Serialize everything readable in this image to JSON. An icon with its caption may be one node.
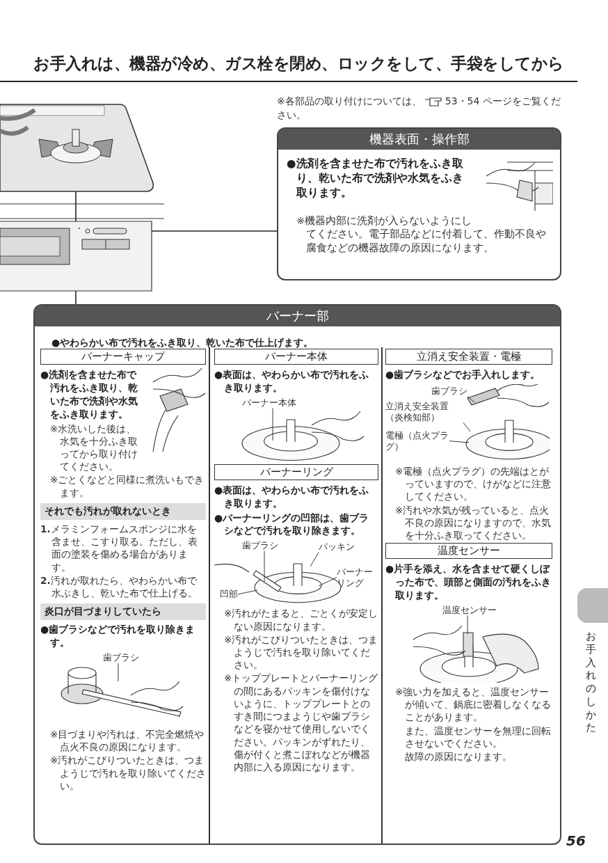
{
  "diagram": {
    "title": "お手入れは、機器が冷め、ガス栓を閉め、ロックをして、手袋をしてから",
    "nodes": [
      {
        "text": [],
        "shape": "picture"
      },
      {
        "text": [],
        "shape": "picture"
      },
      {
        "text": [
          "機器表面・操作部",
          "●洗剤を含ませた布で汚れをふき取り、乾いた布で洗剤や水気をふき取ります。",
          "※機器内部に洗剤が入らないようにしてください。電子部品などに付着して、作動不良や腐食などの機器故障の原因になります。"
        ]
      },
      {
        "text": [
          "バーナー部",
          "●やわらかい布で汚れをふき取り、乾いた布で仕上げます。"
        ]
      },
      {
        "text": [
          "バーナーキャップ",
          "●洗剤を含ませた布で汚れをふき取り、乾いた布で洗剤や水気をふき取ります。",
          "※水洗いした後は、水気を十分ふき取ってから取り付けてください。",
          "※ごとくなどと同様に煮洗いもできます。"
        ],
        "in": 3
      },
      {
        "text": [
          "それでも汚れが取れないとき",
          "**1.**メラミンフォームスポンジに水を含ませ、こすり取る。ただし、表面の塗装を傷める場合があります。",
          "**2.**汚れが取れたら、やわらかい布で水ぶきし、乾いた布で仕上げる。"
        ],
        "in": 3
      },
      {
        "text": [
          "炎口が目づまりしていたら",
          "●歯ブラシなどで汚れを取り除きます。",
          "※目づまりや汚れは、不完全燃焼や点火不良の原因になります。",
          "※汚れがこびりついたときは、つまようじで汚れを取り除いてください。"
        ],
        "in": 3
      },
      {
        "text": [
          "バーナー本体",
          "●表面は、やわらかい布で汚れをふき取ります。"
        ],
        "in": 3
      },
      {
        "text": [
          "バーナーリング",
          "●表面は、やわらかい布で汚れをふき取ります。",
          "●バーナーリングの凹部は、歯ブラシなどで汚れを取り除きます。",
          "※汚れがたまると、ごとくが安定しない原因になります。",
          "※汚れがこびりついたときは、つまようじで汚れを取り除いてください。",
          "※トッププレートとバーナーリングの間にあるパッキンを傷付けないように、トッププレートとのすき間につまようじや歯ブラシなどを寝かせて使用しないでください。パッキンがずれたり、傷が付くと煮こぼれなどが機器内部に入る原因になります。"
        ],
        "in": 3
      },
      {
        "text": [
          "立消え安全装置・電極",
          "●歯ブラシなどでお手入れします。",
          "※電極（点火プラグ）の先端はとがっていますので、けがなどに注意してください。",
          "※汚れや水気が残っていると、点火不良の原因になりますので、水気を十分ふき取ってください。"
        ],
        "in": 3
      },
      {
        "text": [
          "温度センサー",
          "●片手を添え、水を含ませて硬くしぼった布で、頭部と側面の汚れをふき取ります。",
          "※強い力を加えると、温度センサーが傾いて、鍋底に密着しなくなることがあります。",
          "また、温度センサーを無理に回転させないでください。",
          "故障の原因になります。"
        ],
        "in": 3
      },
      {
        "text": [
          "歯ブラシ"
        ],
        "in": 6
      },
      {
        "text": [
          "バーナー本体"
        ],
        "in": 7
      },
      {
        "text": [
          "歯ブラシ"
        ],
        "in": 8
      },
      {
        "text": [
          "パッキン"
        ],
        "in": 8
      },
      {
        "text": [
          "バーナーリング"
        ],
        "in": 8
      },
      {
        "text": [
          "凹部"
        ],
        "in": 8
      },
      {
        "text": [
          "歯ブラシ"
        ],
        "in": 9
      },
      {
        "text": [
          "立消え安全装置（炎検知部）"
        ],
        "in": 9
      },
      {
        "text": [
          "電極（点火プラグ）"
        ],
        "in": 9
      },
      {
        "text": [
          "温度センサー"
        ],
        "in": 10
      }
    ],
    "edges": [
      {
        "from": 0,
        "to": 3,
        "arrow": "other"
      },
      {
        "from": 1,
        "to": 2,
        "arrow": "other"
      },
      {
        "from": 11,
        "to": null,
        "arrow": "none"
      },
      {
        "from": 12,
        "to": null,
        "arrow": "none"
      },
      {
        "from": 13,
        "to": null,
        "arrow": "none"
      },
      {
        "from": 14,
        "to": null,
        "arrow": "none"
      },
      {
        "from": 15,
        "to": null,
        "arrow": "none"
      },
      {
        "from": 16,
        "to": null,
        "arrow": "none"
      },
      {
        "from": 17,
        "to": null,
        "arrow": "none"
      },
      {
        "from": 18,
        "to": null,
        "arrow": "none"
      },
      {
        "from": 19,
        "to": null,
        "arrow": "none"
      },
      {
        "from": 20,
        "to": null,
        "arrow": "none"
      }
    ],
    "labels": [
      "※各部品の取り付けについては、",
      "53・54 ページをご覧ください。",
      "お手入れのしかた",
      "56"
    ]
  }
}
